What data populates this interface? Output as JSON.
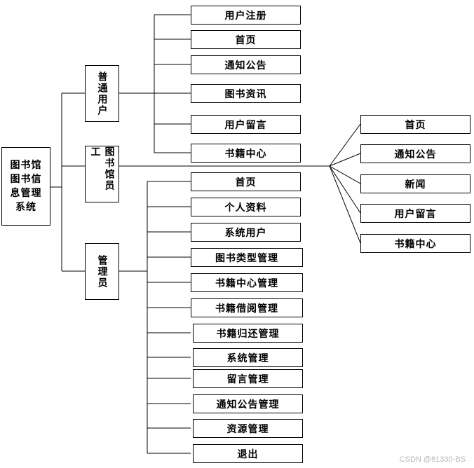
{
  "root": {
    "lines": [
      "图书馆",
      "图书信",
      "息管理",
      "系统"
    ]
  },
  "roles": {
    "user": {
      "label": "普通用户"
    },
    "staff": {
      "label": "图书馆员工"
    },
    "admin": {
      "label": "管理员"
    }
  },
  "user_items": [
    "用户注册",
    "首页",
    "通知公告",
    "图书资讯",
    "用户留言",
    "书籍中心"
  ],
  "staff_items": [
    "首页",
    "通知公告",
    "新闻",
    "用户留言",
    "书籍中心"
  ],
  "admin_items": [
    "首页",
    "个人资料",
    "系统用户",
    "图书类型管理",
    "书籍中心管理",
    "书籍借阅管理",
    "书籍归还管理",
    "系统管理",
    "留言管理",
    "通知公告管理",
    "资源管理",
    "退出"
  ],
  "watermark": "CSDN @81330-BS"
}
